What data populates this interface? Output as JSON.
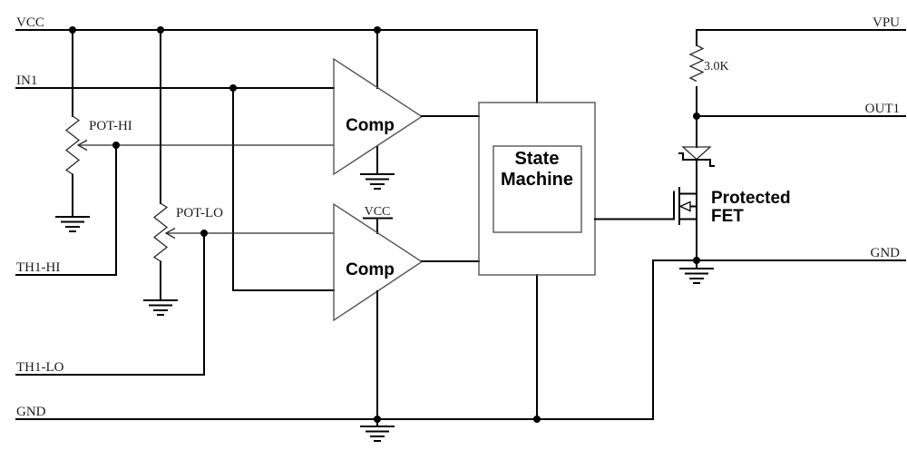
{
  "diagram_type": "circuit-schematic",
  "colors": {
    "background": "#ffffff",
    "wire": "#000000",
    "component_outline": "#555555",
    "serif_label_text": "#1c1c1c",
    "bold_label_text": "#000000"
  },
  "rails": {
    "vcc": "VCC",
    "in1": "IN1",
    "th1_hi": "TH1-HI",
    "th1_lo": "TH1-LO",
    "gnd_left": "GND",
    "vpu": "VPU",
    "out1": "OUT1",
    "gnd_right": "GND"
  },
  "components": {
    "pot_hi": {
      "label": "POT-HI"
    },
    "pot_lo": {
      "label": "POT-LO"
    },
    "comparator_top": {
      "label": "Comp"
    },
    "comparator_bottom": {
      "label": "Comp",
      "supply_label": "VCC"
    },
    "state_machine": {
      "label_line1": "State",
      "label_line2": "Machine"
    },
    "pullup_resistor": {
      "value": "3.0K"
    },
    "protected_fet": {
      "label_line1": "Protected",
      "label_line2": "FET"
    }
  }
}
